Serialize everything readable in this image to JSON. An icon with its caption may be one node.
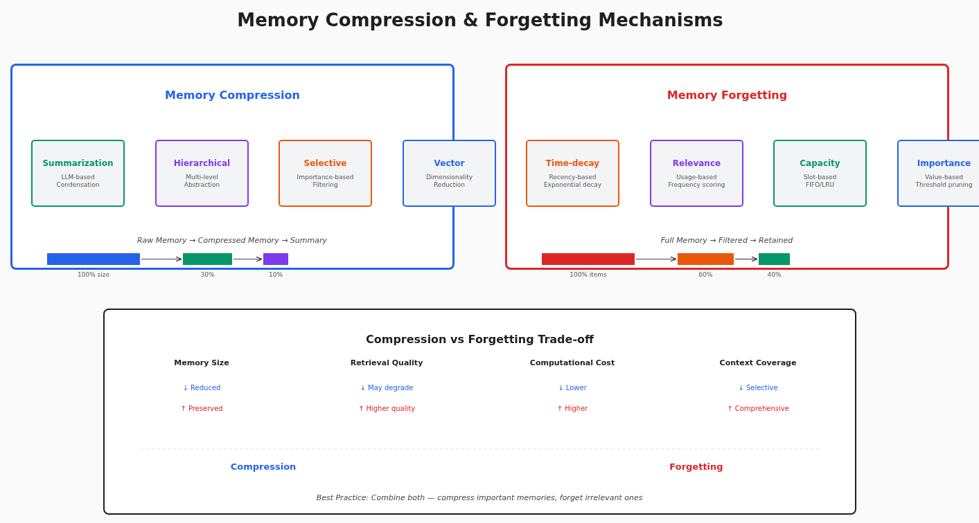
{
  "diagram": {
    "title": "Memory Compression & Forgetting Mechanisms",
    "nodes": [
      {
        "text": [
          "Memory Compression"
        ]
      },
      {
        "text": [
          "Summarization",
          "LLM-based Condensation"
        ],
        "in": 0
      },
      {
        "text": [
          "Hierarchical",
          "Multi-level Abstraction"
        ],
        "in": 0
      },
      {
        "text": [
          "Selective",
          "Importance-based Filtering"
        ],
        "in": 0
      },
      {
        "text": [
          "Vector",
          "Dimensionality Reduction"
        ]
      },
      {
        "text": [],
        "shape": "bar",
        "beside": [
          "100% size"
        ],
        "in": 0
      },
      {
        "text": [],
        "shape": "bar",
        "beside": [
          "30%"
        ],
        "in": 0
      },
      {
        "text": [],
        "shape": "bar",
        "beside": [
          "10%"
        ],
        "in": 0
      },
      {
        "text": [
          "Memory Forgetting"
        ]
      },
      {
        "text": [
          "Time-decay",
          "Recency-based Exponential decay"
        ],
        "in": 8
      },
      {
        "text": [
          "Relevance",
          "Usage-based Frequency scoring"
        ],
        "in": 8
      },
      {
        "text": [
          "Capacity",
          "Slot-based FIFO/LRU"
        ],
        "in": 8
      },
      {
        "text": [
          "Importance",
          "Value-based Threshold pruning"
        ]
      },
      {
        "text": [],
        "shape": "bar",
        "beside": [
          "100% items"
        ],
        "in": 8
      },
      {
        "text": [],
        "shape": "bar",
        "beside": [
          "60%"
        ],
        "in": 8
      },
      {
        "text": [],
        "shape": "bar",
        "beside": [
          "40%"
        ],
        "in": 8
      },
      {
        "text": [
          "Compression vs Forgetting Trade-off"
        ]
      }
    ],
    "edges": [
      {
        "from": 5,
        "to": 6,
        "arrow": "to"
      },
      {
        "from": 6,
        "to": 7,
        "arrow": "to"
      },
      {
        "from": 13,
        "to": 14,
        "arrow": "to"
      },
      {
        "from": 14,
        "to": 15,
        "arrow": "to"
      }
    ],
    "labels": [
      "Raw Memory → Compressed Memory → Summary",
      "Full Memory → Filtered → Retained",
      "Memory Size",
      "Retrieval Quality",
      "Computational Cost",
      "Context Coverage",
      "↓ Reduced",
      "↓ May degrade",
      "↓ Lower",
      "↓ Selective",
      "↑ Preserved",
      "↑ Higher quality",
      "↑ Higher",
      "↑ Comprehensive",
      "Compression",
      "Forgetting",
      "Best Practice: Combine both — compress important memories, forget irrelevant ones"
    ]
  }
}
